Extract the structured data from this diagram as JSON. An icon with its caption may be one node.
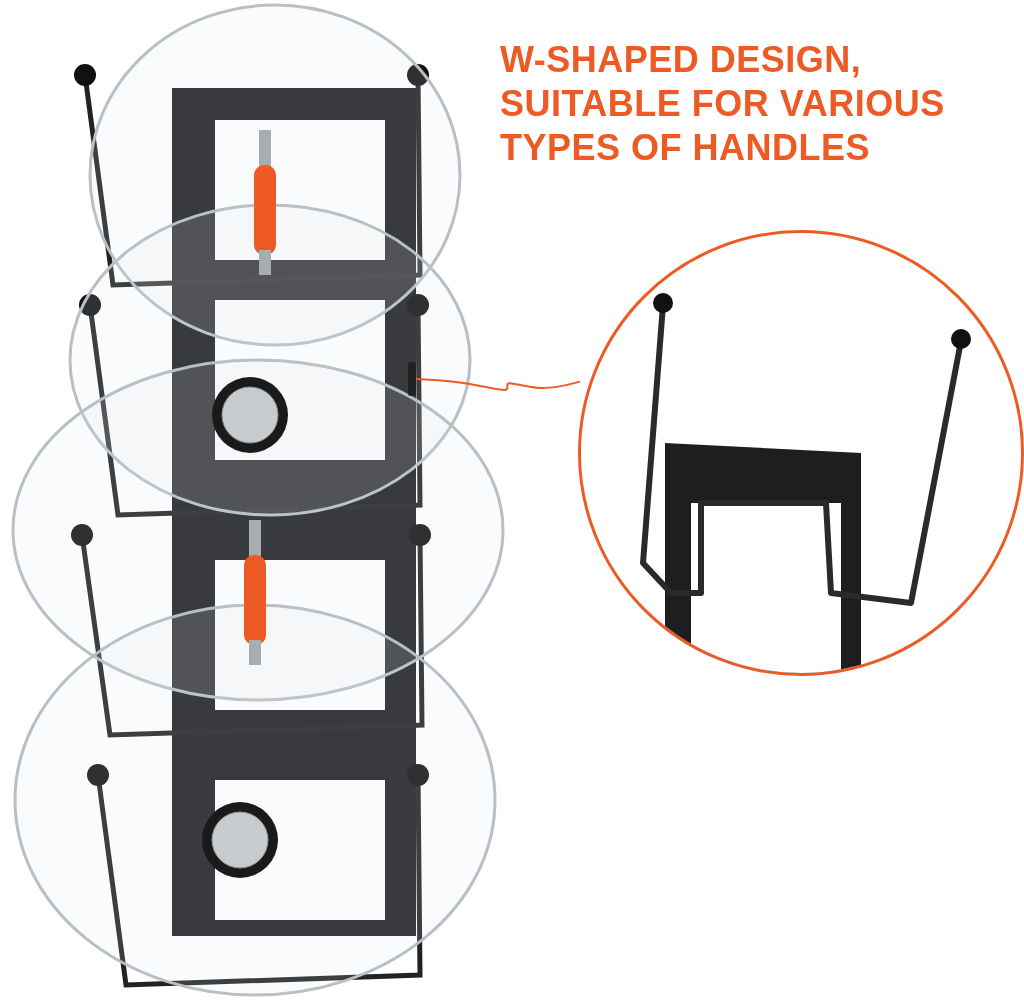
{
  "diagram": {
    "title": "W-SHAPED DESIGN, SUITABLE FOR VARIOUS TYPES OF HANDLES",
    "nodes": [
      {
        "text": [],
        "shape": "bar"
      },
      {
        "text": [],
        "shape": "circle"
      }
    ],
    "edges": [
      {
        "from": 0,
        "to": 1,
        "arrow": "none"
      }
    ]
  }
}
